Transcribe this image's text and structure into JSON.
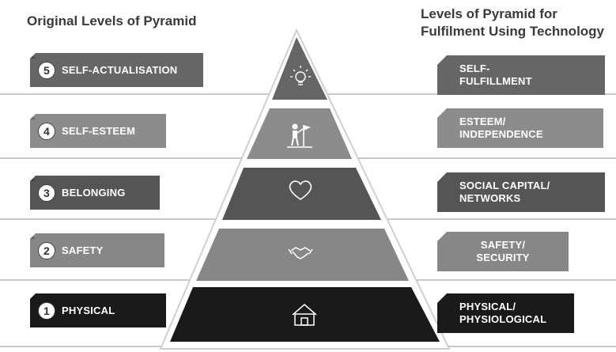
{
  "headings": {
    "left": "Original Levels of Pyramid",
    "right_line1": "Levels of Pyramid for",
    "right_line2": "Fulfilment Using Technology"
  },
  "levels": [
    {
      "number": "5",
      "original": "SELF-ACTUALISATION",
      "tech_line1": "SELF-",
      "tech_line2": "FULFILLMENT",
      "icon": "lightbulb-icon",
      "color": "#666666"
    },
    {
      "number": "4",
      "original": "SELF-ESTEEM",
      "tech_line1": "ESTEEM/",
      "tech_line2": "INDEPENDENCE",
      "icon": "person-flag-icon",
      "color": "#8c8c8c"
    },
    {
      "number": "3",
      "original": "BELONGING",
      "tech_line1": "SOCIAL CAPITAL/",
      "tech_line2": "NETWORKS",
      "icon": "heart-icon",
      "color": "#555555"
    },
    {
      "number": "2",
      "original": "SAFETY",
      "tech_line1": "SAFETY/",
      "tech_line2": "SECURITY",
      "icon": "handshake-icon",
      "color": "#878787"
    },
    {
      "number": "1",
      "original": "PHYSICAL",
      "tech_line1": "PHYSICAL/",
      "tech_line2": "PHYSIOLOGICAL",
      "icon": "house-icon",
      "color": "#1a1a1a"
    }
  ]
}
